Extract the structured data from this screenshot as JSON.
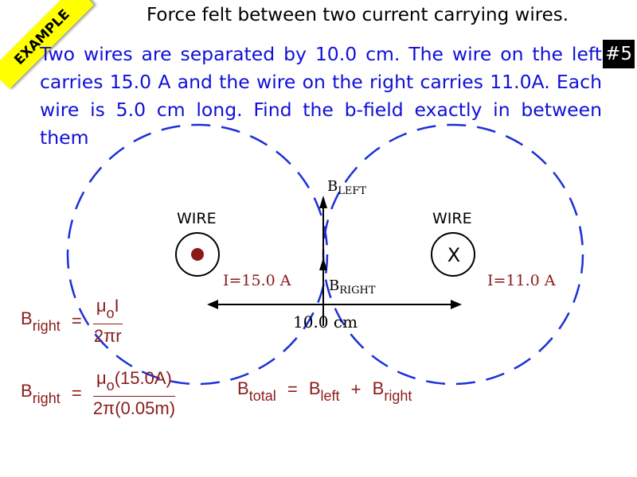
{
  "ribbon": {
    "text": "EXAMPLE"
  },
  "title": "Force felt between two current carrying wires.",
  "badge": "#5",
  "problem_text": "Two wires are separated by 10.0 cm. The wire on the left carries 15.0 A and the wire on the right carries 11.0A. Each wire is 5.0 cm long. Find the b-field exactly in between them",
  "diagram": {
    "wire_left": {
      "label": "WIRE",
      "current": "I=15.0 A",
      "direction": "dot"
    },
    "wire_right": {
      "label": "WIRE",
      "current": "I=11.0 A",
      "symbol": "X"
    },
    "b_left": {
      "base": "B",
      "sub": "LEFT"
    },
    "b_right": {
      "base": "B",
      "sub": "RIGHT"
    },
    "distance": "10.0 cm",
    "colors": {
      "circle": "#1c2fd8",
      "equation": "#8b1a1a",
      "problem_text": "#1010d8",
      "ribbon": "#ffff00"
    }
  },
  "equations": {
    "eq1": {
      "lhs": "B",
      "lhs_sub": "right",
      "op": "=",
      "num": "μ",
      "num_sub": "o",
      "num_tail": "I",
      "den": "2πr"
    },
    "eq2": {
      "lhs": "B",
      "lhs_sub": "right",
      "op": "=",
      "num": "μ",
      "num_sub": "o",
      "num_tail": "(15.0A)",
      "den": "2π(0.05m)"
    },
    "eq3": {
      "b": "B",
      "total_sub": "total",
      "eq": "=",
      "left_sub": "left",
      "plus": "+",
      "right_sub": "right"
    }
  }
}
